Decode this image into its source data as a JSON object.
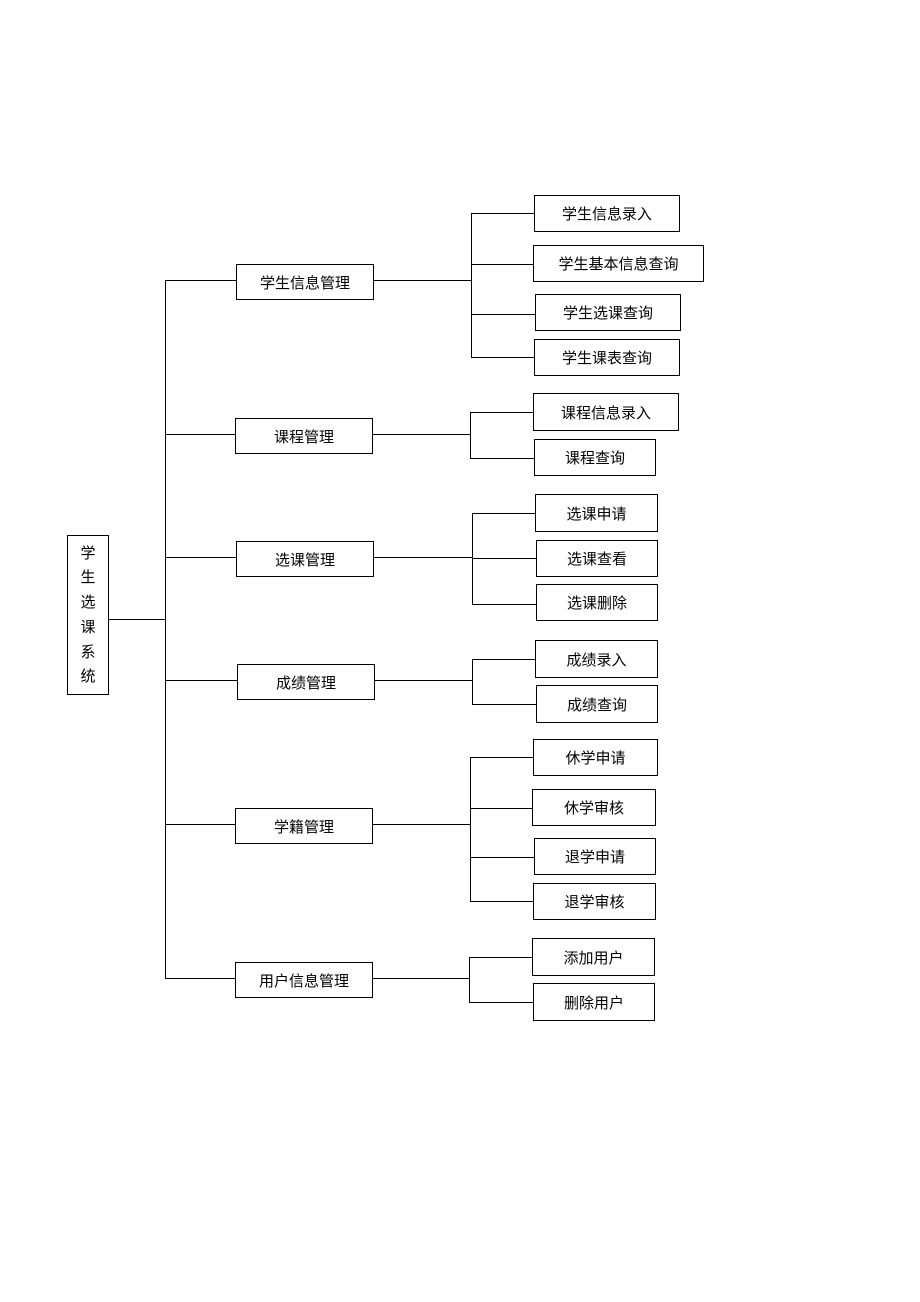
{
  "root": {
    "chars": [
      "学",
      "生",
      "选",
      "课",
      "系",
      "统"
    ]
  },
  "modules": [
    {
      "label": "学生信息管理",
      "children": [
        "学生信息录入",
        "学生基本信息查询",
        "学生选课查询",
        "学生课表查询"
      ]
    },
    {
      "label": "课程管理",
      "children": [
        "课程信息录入",
        "课程查询"
      ]
    },
    {
      "label": "选课管理",
      "children": [
        "选课申请",
        "选课查看",
        "选课删除"
      ]
    },
    {
      "label": "成绩管理",
      "children": [
        "成绩录入",
        "成绩查询"
      ]
    },
    {
      "label": "学籍管理",
      "children": [
        "休学申请",
        "休学审核",
        "退学申请",
        "退学审核"
      ]
    },
    {
      "label": "用户信息管理",
      "children": [
        "添加用户",
        "删除用户"
      ]
    }
  ]
}
